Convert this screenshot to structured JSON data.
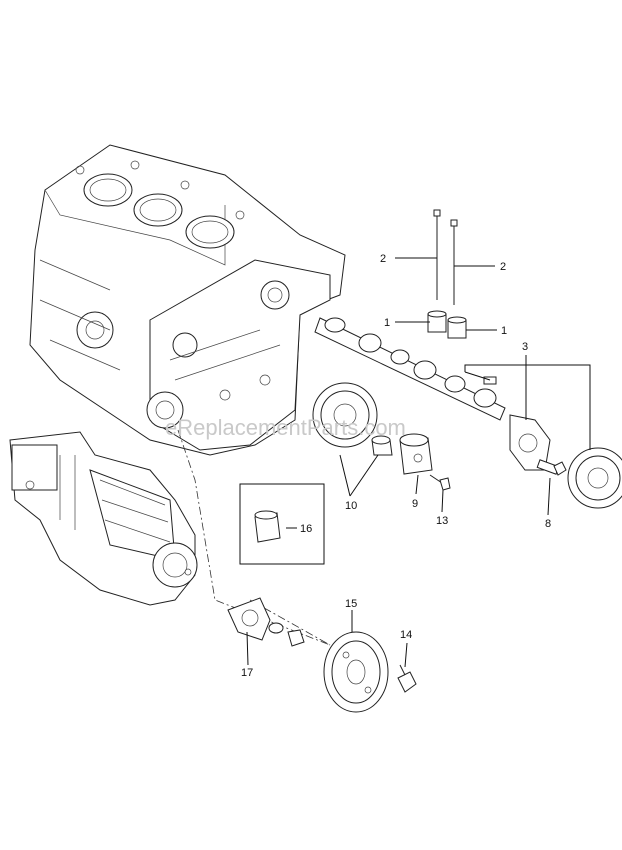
{
  "watermark": "eReplacementParts.com",
  "callouts": {
    "c1a": "1",
    "c1b": "1",
    "c2a": "2",
    "c2b": "2",
    "c3": "3",
    "c8": "8",
    "c9": "9",
    "c10": "10",
    "c13": "13",
    "c14": "14",
    "c15": "15",
    "c16": "16",
    "c17": "17"
  }
}
